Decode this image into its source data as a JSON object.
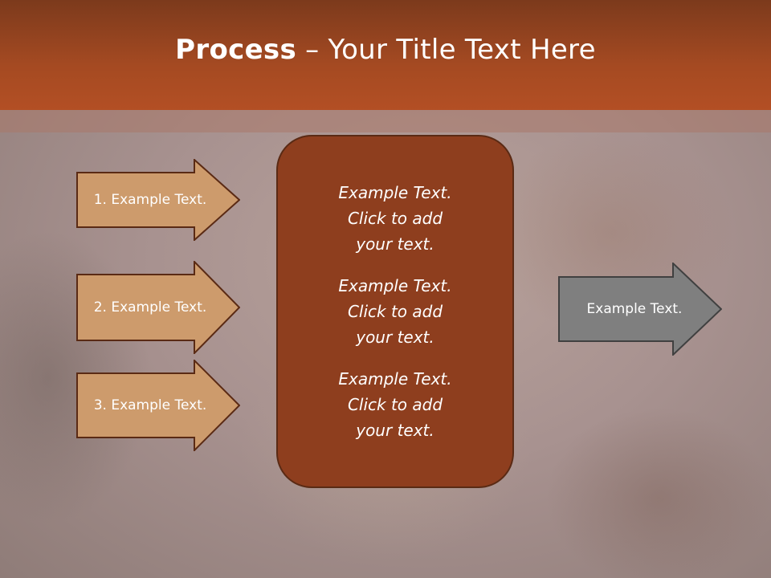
{
  "slide": {
    "title_bold": "Process",
    "title_rest": " – Your Title Text Here",
    "colors": {
      "title_bar": "#a54a22",
      "left_arrow_fill": "#cd9b6c",
      "left_arrow_stroke": "#5a2a14",
      "center_box": "#8e3e1e",
      "right_arrow_fill": "#7f7f7f",
      "right_arrow_stroke": "#404040"
    },
    "left_arrows": [
      {
        "label": "1. Example Text."
      },
      {
        "label": "2. Example Text."
      },
      {
        "label": "3. Example Text."
      }
    ],
    "center_items": [
      {
        "line1": "Example Text.",
        "line2": "Click  to add",
        "line3": "your text."
      },
      {
        "line1": "Example Text.",
        "line2": "Click  to add",
        "line3": "your text."
      },
      {
        "line1": "Example Text.",
        "line2": "Click  to add",
        "line3": "your text."
      }
    ],
    "right_arrow": {
      "label": "Example Text."
    }
  }
}
